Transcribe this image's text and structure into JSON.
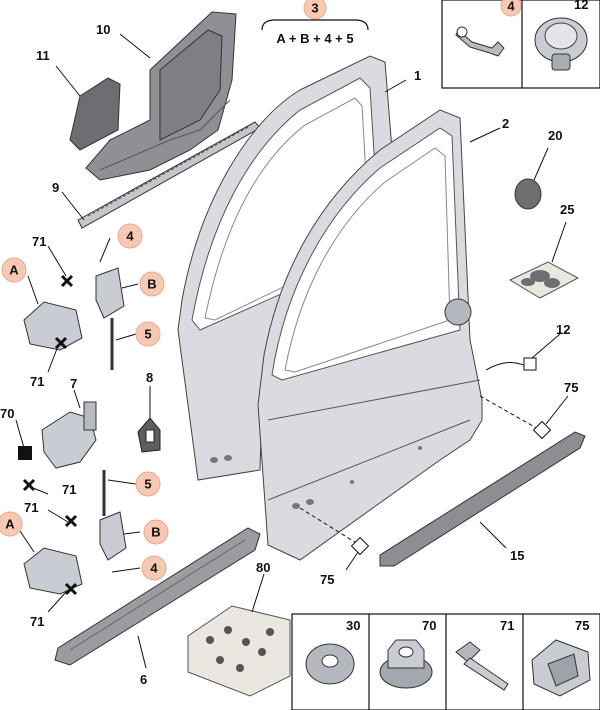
{
  "formula": {
    "group_number": "3",
    "text": "A + B + 4 + 5"
  },
  "callouts": {
    "p1": "1",
    "p2": "2",
    "p4a": "4",
    "p4b": "4",
    "p4c": "4",
    "p5a": "5",
    "p5b": "5",
    "p6": "6",
    "p7": "7",
    "p8": "8",
    "p9": "9",
    "p10": "10",
    "p11": "11",
    "p12a": "12",
    "p12b": "12",
    "p15": "15",
    "p20": "20",
    "p25": "25",
    "p70": "70",
    "p71a": "71",
    "p71b": "71",
    "p71c": "71",
    "p71d": "71",
    "p75a": "75",
    "p75b": "75",
    "p80": "80",
    "pA1": "A",
    "pA2": "A",
    "pB1": "B",
    "pB2": "B"
  },
  "legend_boxes": {
    "box30": "30",
    "box70": "70",
    "box71": "71",
    "box75": "75",
    "box4": "4",
    "box12": "12"
  },
  "colors": {
    "badge_fill": "#f7c9b4",
    "door_fill": "#d9dbe0",
    "dark_part": "#8e9095"
  }
}
